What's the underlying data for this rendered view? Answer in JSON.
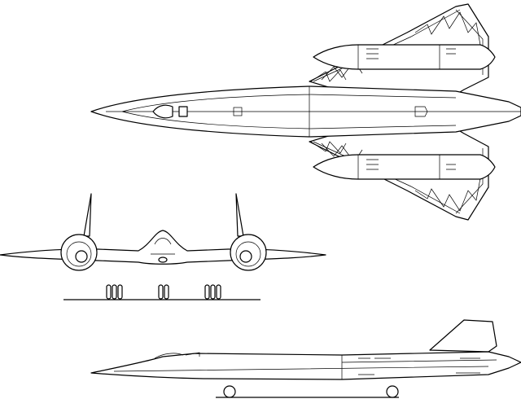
{
  "drawing": {
    "views": [
      "top",
      "front",
      "side"
    ],
    "line_color": "#000000",
    "background": "#ffffff"
  }
}
